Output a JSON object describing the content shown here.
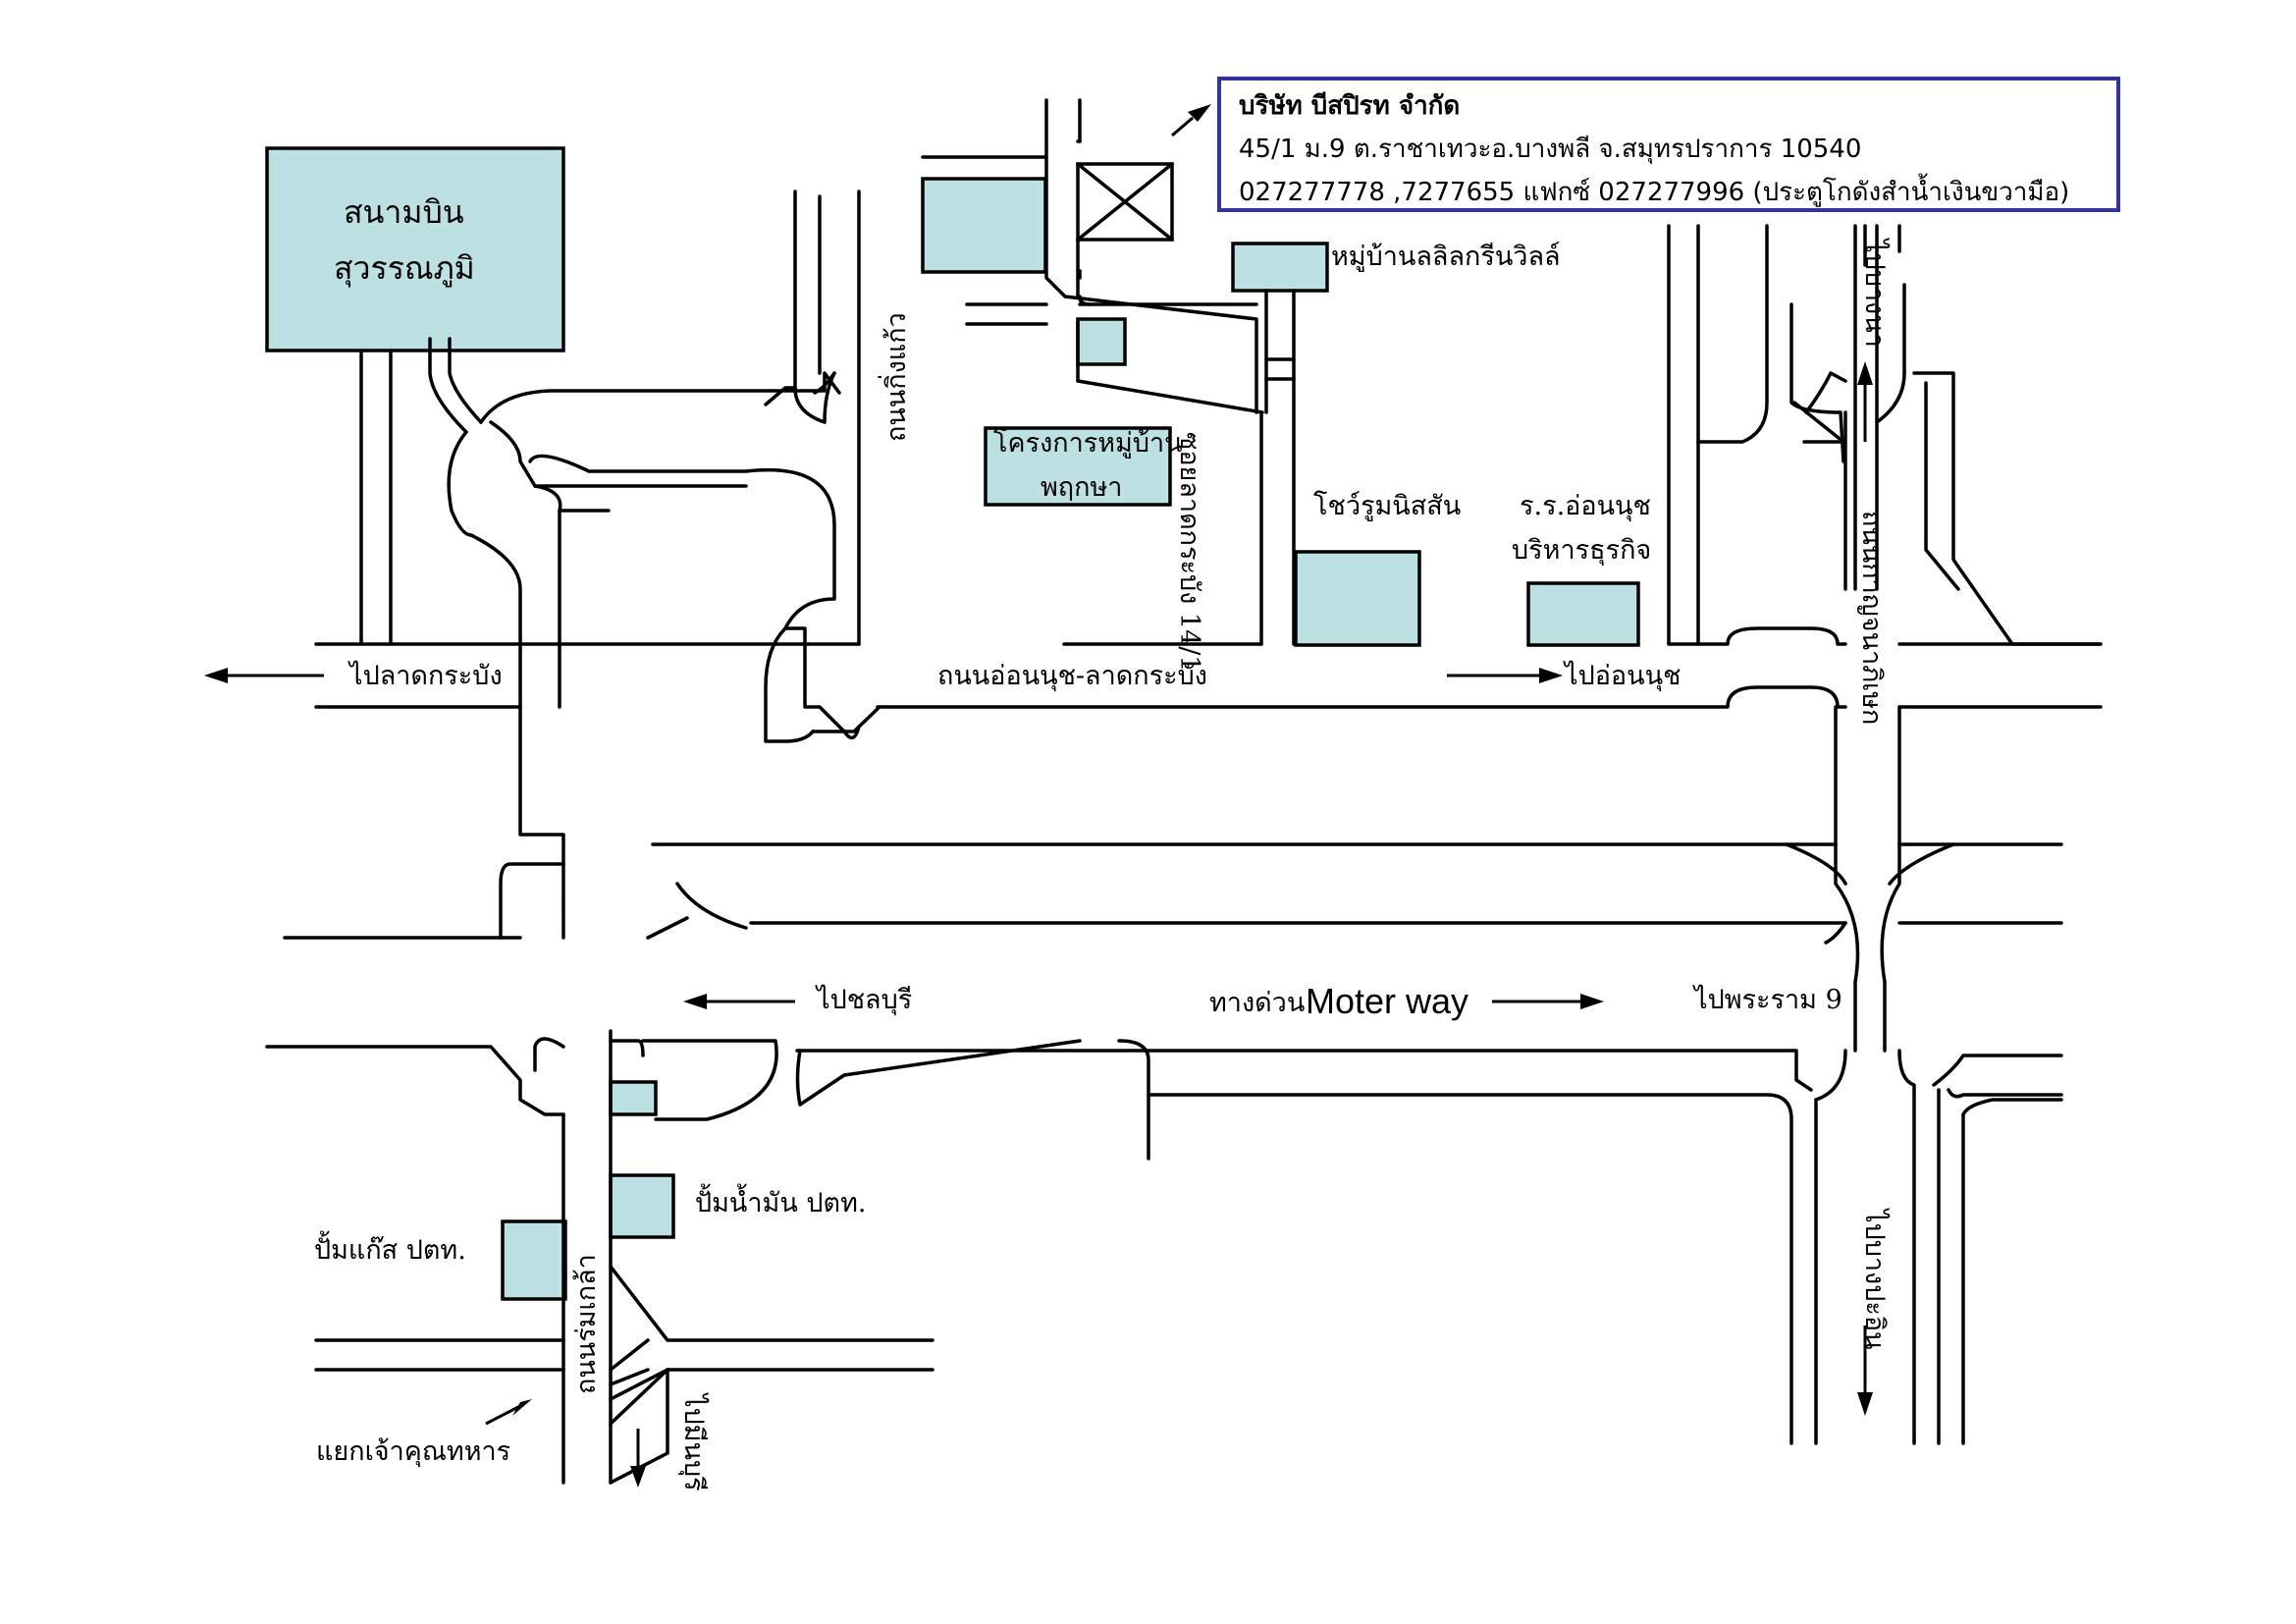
{
  "company": {
    "name": "บริษัท บีสปิรท จำกัด",
    "address": "45/1 ม.9 ต.ราชาเทวะอ.บางพลี จ.สมุทรปราการ 10540",
    "phone": "027277778 ,7277655 แฟกซ์ 027277996 (ประตูโกดังสำน้ำเงินขวามือ)",
    "border_color": "#333399"
  },
  "colors": {
    "building_fill": "#bde0e2",
    "road_stroke": "#000000"
  },
  "landmarks": {
    "airport_line1": "สนามบิน",
    "airport_line2": "สุวรรณภูมิ",
    "lilly_village": "หมู่บ้านลลิลกรีนวิลล์",
    "pruksa_line1": "โครงการหมู่บ้าน",
    "pruksa_line2": "พฤกษา",
    "nissan_showroom": "โชว์รูมนิสสัน",
    "school_line1": "ร.ร.อ่อนนุช",
    "school_line2": "บริหารธุรกิจ",
    "ptt_gas": "ปั้มแก๊ส ปตท.",
    "ptt_oil": "ปั้มน้ำมัน ปตท."
  },
  "roads": {
    "onnut_ladkrabang": "ถนนอ่อนนุช-ลาดกระบัง",
    "kingkaew": "ถนนกิ่งแก้ว",
    "soi_ladkrabang": "ซอยลาดกระบัง 14/1",
    "kanchanaphisek": "ถนนกาญจนาภิเษก",
    "romklao": "ถนนร่มเกล้า",
    "motorway_prefix": "ทางด่วน",
    "motorway_name": "Moter way"
  },
  "directions": {
    "to_ladkrabang": "ไปลาดกระบัง",
    "to_onnut": "ไปอ่อนนุช",
    "to_chonburi": "ไปชลบุรี",
    "to_rama9": "ไปพระราม 9",
    "to_bangna": "ไปบางนา",
    "to_bangpakong": "ไปบางปะอิน",
    "to_minburi": "ไปมีนบุรี",
    "to_chaokhun": "แยกเจ้าคุณทหาร"
  }
}
